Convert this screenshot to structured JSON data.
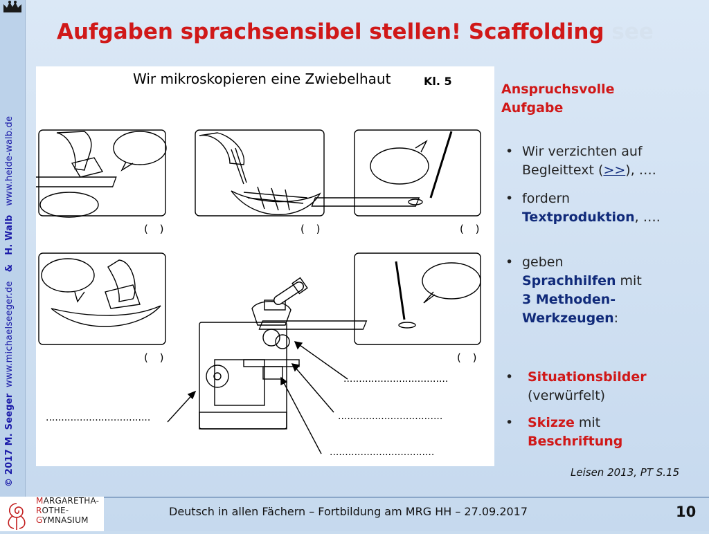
{
  "slide": {
    "title_main": "Aufgaben sprachsensibel stellen! Scaffolding",
    "title_faded": "see",
    "vertical_prefix": "© 2017 M. Seeger",
    "vertical_url1": "www.michaelseeger.de",
    "vertical_amp": "&",
    "vertical_name": "H. Walb",
    "vertical_url2": "www.heide-walb.de"
  },
  "worksheet": {
    "title": "Wir mikroskopieren eine Zwiebelhaut",
    "class": "Kl. 5",
    "parens": [
      "( )",
      "( )",
      "( )",
      "( )",
      "( )"
    ],
    "dots": [
      "..................................",
      "..................................",
      "..................................",
      ".................................."
    ]
  },
  "right": {
    "heading_line1": "Anspruchsvolle",
    "heading_line2": "Aufgabe",
    "b1_l1": "Wir verzichten auf",
    "b1_l2a": "Begleittext (",
    "b1_link": ">>",
    "b1_l2b": "), ….",
    "b2_l1": "fordern",
    "b2_l2a": "Textproduktion",
    "b2_l2b": ", ….",
    "b3_l1": "geben",
    "b3_l2a": "Sprachhilfen",
    "b3_l2b": " mit",
    "b3_l3": "3 Methoden-",
    "b3_l4a": "Werkzeugen",
    "b3_l4b": ":",
    "b4_l1": "Situationsbilder",
    "b4_l2": "(verwürfelt)",
    "b5_l1a": "Skizze",
    "b5_l1b": " mit",
    "b5_l2": "Beschriftung",
    "bullet_char": "•"
  },
  "source": "Leisen 2013, PT S.15",
  "footer": {
    "text": "Deutsch in allen Fächern – Fortbildung am MRG HH – 27.09.2017",
    "page": "10"
  },
  "logo": {
    "line1a": "M",
    "line1b": "ARGARETHA-",
    "line2a": "R",
    "line2b": "OTHE-",
    "line3a": "G",
    "line3b": "YMNASIUM"
  },
  "colors": {
    "title_red": "#d01818",
    "navy": "#102a7a",
    "bg": "#c9dcef"
  }
}
